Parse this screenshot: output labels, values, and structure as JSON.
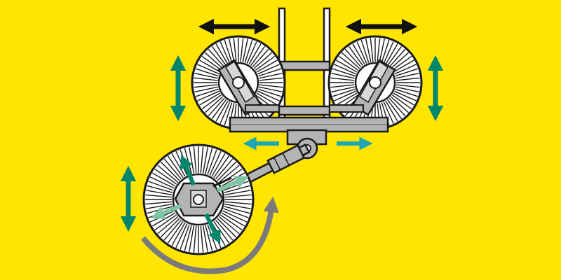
{
  "colors": {
    "background": "#ffe500",
    "outline": "#1a1a1a",
    "brush_fill": "#ffffff",
    "frame_gray": "#b4b4b4",
    "frame_dark": "#7a7a7a",
    "arrow_black": "#111111",
    "arrow_green": "#00866a",
    "arrow_cyan": "#1ca7b2",
    "arrow_light_green": "#7fc4a4",
    "arrow_gray": "#7b7b7b"
  },
  "icons": {
    "left_brush": "rotary-brush-icon",
    "right_brush": "rotary-brush-icon",
    "lower_brush": "rotary-brush-icon",
    "mount_frame": "mounting-frame-icon",
    "arm": "telescopic-arm-icon"
  },
  "movements": {
    "top_brush_lateral": "horizontal-double-arrow",
    "top_brush_vertical": "vertical-double-arrow",
    "arm_lateral": "horizontal-double-arrow",
    "lower_brush_vertical": "vertical-double-arrow",
    "lower_brush_tilt": "four-way-arrow",
    "lower_brush_rotation": "curved-rotation-arrow"
  }
}
